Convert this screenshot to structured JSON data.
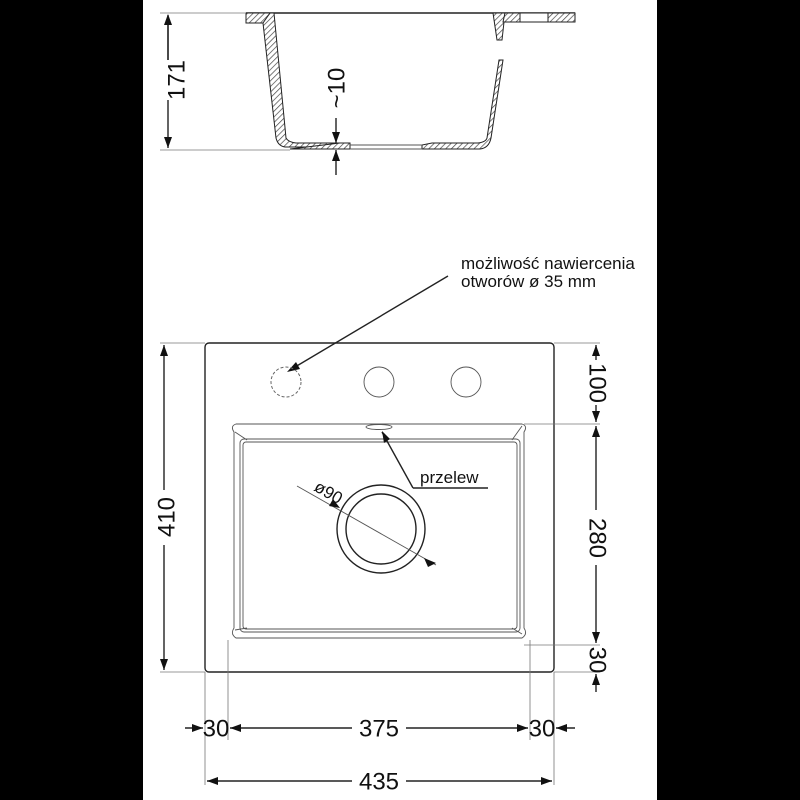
{
  "drawing": {
    "title": "Sink technical drawing",
    "background": "#000000",
    "sheet_color": "#ffffff",
    "line_color": "#222222"
  },
  "section_view": {
    "height_label": "171",
    "wall_thickness_label": "~10"
  },
  "plan_view": {
    "note_line1": "możliwość nawiercenia",
    "note_line2": "otworów ø 35 mm",
    "overflow_label": "przelew",
    "drain_label": "ø90",
    "total_height_label": "410",
    "top_margin_label": "100",
    "bowl_height_label": "280",
    "bottom_margin_label": "30",
    "left_margin_label": "30",
    "bowl_width_label": "375",
    "right_margin_label": "30",
    "total_width_label": "435",
    "tap_holes": [
      {
        "id": "hole-1",
        "style": "dashed"
      },
      {
        "id": "hole-2",
        "style": "solid"
      },
      {
        "id": "hole-3",
        "style": "solid"
      }
    ]
  }
}
